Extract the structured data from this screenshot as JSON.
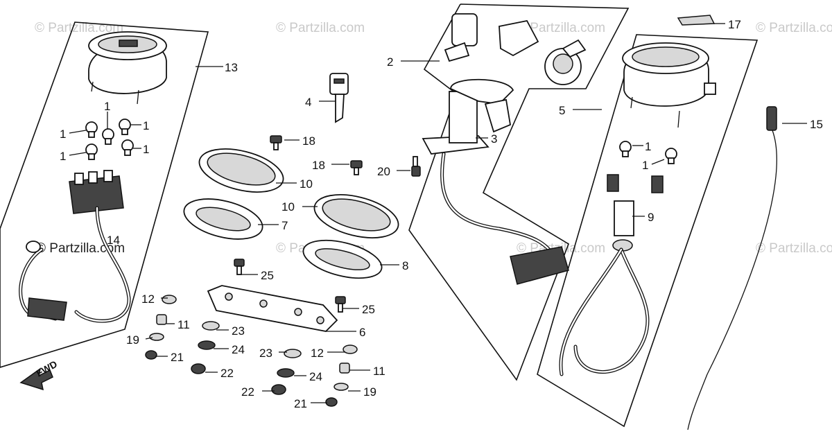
{
  "watermarks": [
    "© Partzilla.com",
    "© Partzilla.com",
    "© Partzilla.com",
    "© Partzilla.com",
    "© Partzilla.com",
    "© Partzilla.com",
    "© Partzilla.com",
    "© Partzilla.com"
  ],
  "direction_label": "FWD",
  "callouts": {
    "c1a": "1",
    "c1b": "1",
    "c1c": "1",
    "c1d": "1",
    "c1e": "1",
    "c1f": "1",
    "c1g": "1",
    "c2": "2",
    "c3": "3",
    "c4": "4",
    "c5": "5",
    "c6": "6",
    "c7": "7",
    "c8": "8",
    "c9": "9",
    "c10a": "10",
    "c10b": "10",
    "c11a": "11",
    "c11b": "11",
    "c12a": "12",
    "c12b": "12",
    "c13": "13",
    "c14": "14",
    "c15": "15",
    "c17": "17",
    "c18a": "18",
    "c18b": "18",
    "c19a": "19",
    "c19b": "19",
    "c20": "20",
    "c21a": "21",
    "c21b": "21",
    "c22a": "22",
    "c22b": "22",
    "c23a": "23",
    "c23b": "23",
    "c24a": "24",
    "c24b": "24",
    "c25a": "25",
    "c25b": "25"
  }
}
